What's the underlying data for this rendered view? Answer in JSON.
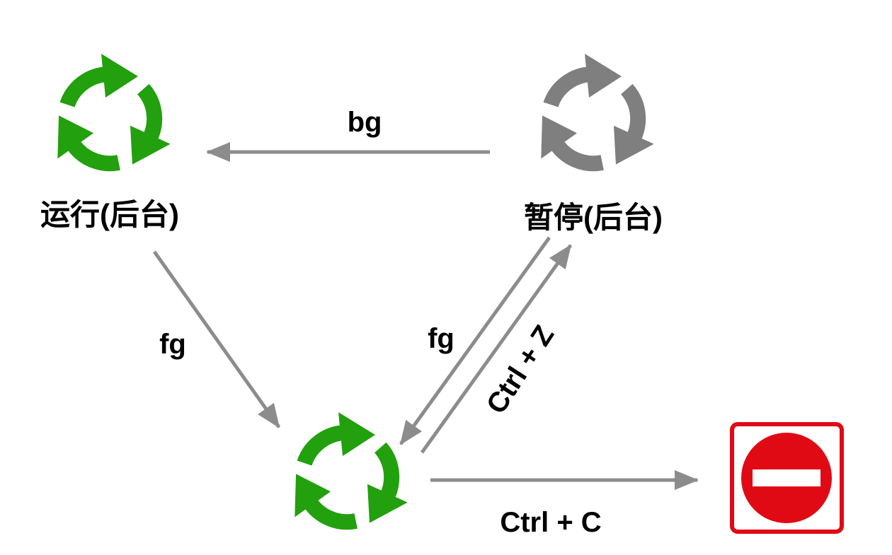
{
  "nodes": {
    "running_background": {
      "label": "运行(后台)",
      "icon": "cycle-arrows-icon",
      "color": "#22A00E"
    },
    "stopped_background": {
      "label": "暂停(后台)",
      "icon": "cycle-arrows-icon",
      "color": "#7F7F7F"
    },
    "foreground": {
      "label": "",
      "icon": "cycle-arrows-icon",
      "color": "#22A00E"
    },
    "terminated": {
      "label": "",
      "icon": "no-entry-icon",
      "color": "#E00A15"
    }
  },
  "edges": {
    "bg": "bg",
    "fg_left": "fg",
    "fg_right": "fg",
    "ctrl_z": "Ctrl + Z",
    "ctrl_c": "Ctrl + C"
  },
  "colors": {
    "arrow": "#8C8C8C"
  }
}
